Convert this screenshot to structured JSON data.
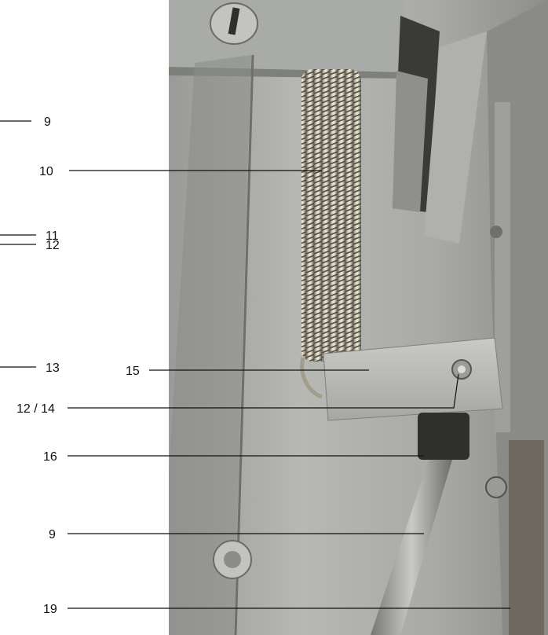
{
  "callouts": [
    {
      "id": "c1",
      "text": "9"
    },
    {
      "id": "c2",
      "text": "10"
    },
    {
      "id": "c3",
      "text": "11"
    },
    {
      "id": "c4",
      "text": "12"
    },
    {
      "id": "c5",
      "text": "13"
    },
    {
      "id": "c6",
      "text": "15"
    },
    {
      "id": "c7",
      "text": "12 / 14"
    },
    {
      "id": "c8",
      "text": "16"
    },
    {
      "id": "c9",
      "text": "9"
    },
    {
      "id": "c10",
      "text": "19"
    }
  ]
}
